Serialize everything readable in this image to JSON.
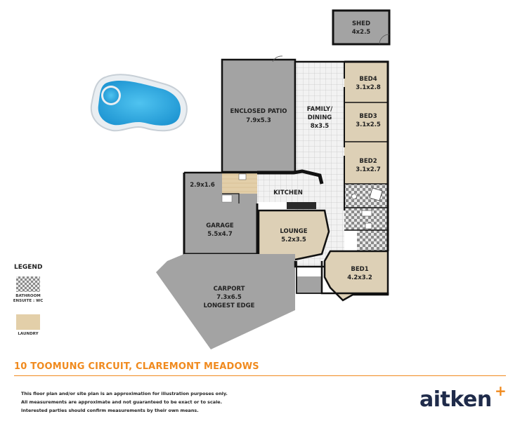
{
  "rooms": {
    "shed": {
      "name": "SHED",
      "size": "4x2.5"
    },
    "bed4": {
      "name": "BED4",
      "size": "3.1x2.8"
    },
    "enclosed_patio": {
      "name": "ENCLOSED PATIO",
      "size": "7.9x5.3"
    },
    "family_dining": {
      "name": "FAMILY/",
      "name2": "DINING",
      "size": "8x3.5"
    },
    "bed3": {
      "name": "BED3",
      "size": "3.1x2.5"
    },
    "bed2": {
      "name": "BED2",
      "size": "3.1x2.7"
    },
    "store": {
      "size": "2.9x1.6"
    },
    "kitchen": {
      "name": "KITCHEN"
    },
    "garage": {
      "name": "GARAGE",
      "size": "5.5x4.7"
    },
    "lounge": {
      "name": "LOUNGE",
      "size": "5.2x3.5"
    },
    "bed1": {
      "name": "BED1",
      "size": "4.2x3.2"
    },
    "carport": {
      "name": "CARPORT",
      "size": "7.3x6.5",
      "note": "LONGEST EDGE"
    }
  },
  "legend": {
    "title": "LEGEND",
    "bathroom": "BATHROOM",
    "ensuite": "ENSUITE : WC",
    "laundry": "LAUNDRY"
  },
  "address": "10 TOOMUNG CIRCUIT, CLAREMONT MEADOWS",
  "disclaimer": [
    "This floor plan and/or site plan is an approximation for illustration purposes only.",
    "All measurements are approximate and not guaranteed to be exact or to scale.",
    "Interested parties should confirm measurements by their own means."
  ],
  "brand": {
    "name": "aitken",
    "mark": "+",
    "accent": "#f08a1e",
    "navy": "#1f2b4a"
  },
  "colors": {
    "room_fill": "#a3a3a3",
    "laundry_fill": "#e3cfa9",
    "lounge_fill": "#ddd0b6",
    "wall": "#111111",
    "pool": "#28a7df"
  }
}
